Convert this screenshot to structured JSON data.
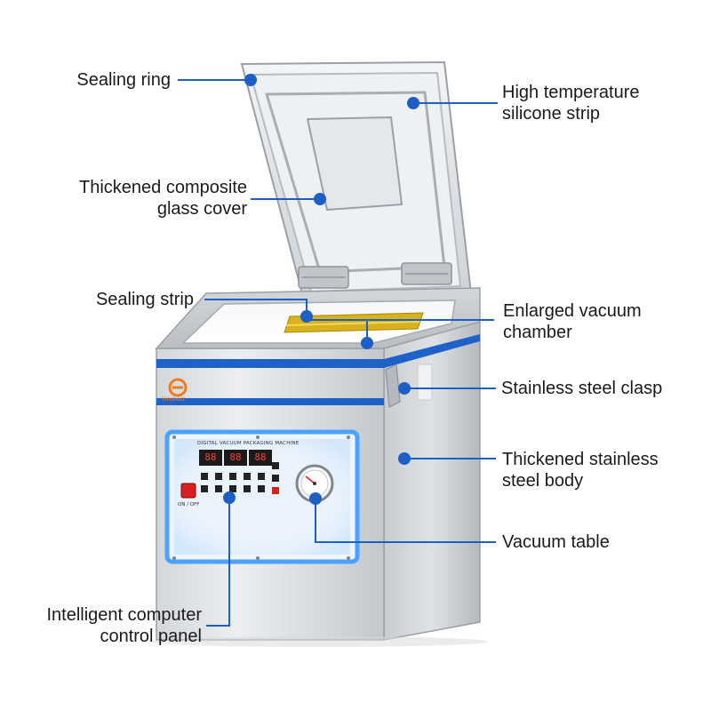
{
  "colors": {
    "callout": "#1d5fc4",
    "steel_light": "#e6e8ea",
    "steel_mid": "#c7cbcf",
    "steel_dark": "#9aa0a6",
    "band_blue": "#1e62c8",
    "glow_blue": "#4aa3ff",
    "strip_yellow": "#d8b21a",
    "switch_red": "#d81e1e",
    "logo_orange": "#f07c1c"
  },
  "brand": {
    "name": "Sinobest"
  },
  "panel": {
    "title": "DIGITAL VACUUM PACKAGING MACHINE",
    "displays": [
      "88",
      "88",
      "88"
    ],
    "switch_label": "ON / OFF"
  },
  "callouts": [
    {
      "id": "sealing-ring",
      "lines": [
        "Sealing ring"
      ]
    },
    {
      "id": "silicone-strip",
      "lines": [
        "High temperature",
        "silicone strip"
      ]
    },
    {
      "id": "glass-cover",
      "lines": [
        "Thickened composite",
        "glass cover"
      ]
    },
    {
      "id": "sealing-strip",
      "lines": [
        "Sealing strip"
      ]
    },
    {
      "id": "vacuum-chamber",
      "lines": [
        "Enlarged vacuum",
        "chamber"
      ]
    },
    {
      "id": "steel-clasp",
      "lines": [
        "Stainless steel clasp"
      ]
    },
    {
      "id": "steel-body",
      "lines": [
        "Thickened stainless",
        "steel body"
      ]
    },
    {
      "id": "vacuum-table",
      "lines": [
        "Vacuum table"
      ]
    },
    {
      "id": "control-panel",
      "lines": [
        "Intelligent computer",
        "control panel"
      ]
    }
  ]
}
